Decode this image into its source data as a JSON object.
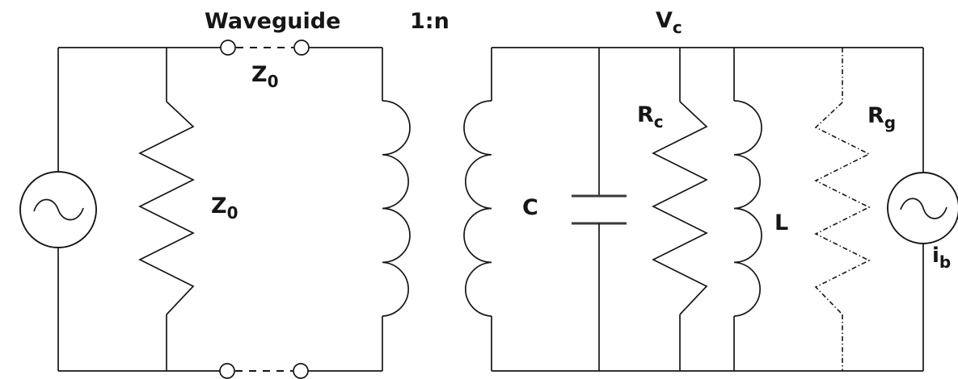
{
  "colors": {
    "line": "#161616",
    "plate": "#3a3a3a",
    "background": "#ffffff"
  },
  "labels": {
    "waveguide": {
      "text": "Waveguide"
    },
    "transformer_ratio": {
      "text": "1:n"
    },
    "z0_line": {
      "base": "Z",
      "sub": "0"
    },
    "z0_shunt": {
      "base": "Z",
      "sub": "0"
    },
    "vc": {
      "base": "V",
      "sub": "c"
    },
    "capacitor": {
      "text": "C"
    },
    "rc": {
      "base": "R",
      "sub": "c"
    },
    "inductor": {
      "text": "L"
    },
    "rg": {
      "base": "R",
      "sub": "g"
    },
    "ib": {
      "base": "i",
      "sub": "b"
    }
  },
  "symbols": {
    "ac_source": "circle-with-sine-wave",
    "current_source": "circle-with-sine-wave",
    "resistor": "zigzag",
    "resistor_dashed": "dash-dot-zigzag",
    "capacitor": "parallel-plates",
    "inductor": "four-semicircle-coil",
    "transformer": "facing-coils-1-to-n",
    "waveguide_port": "open-terminal-circles-dashed-link"
  }
}
